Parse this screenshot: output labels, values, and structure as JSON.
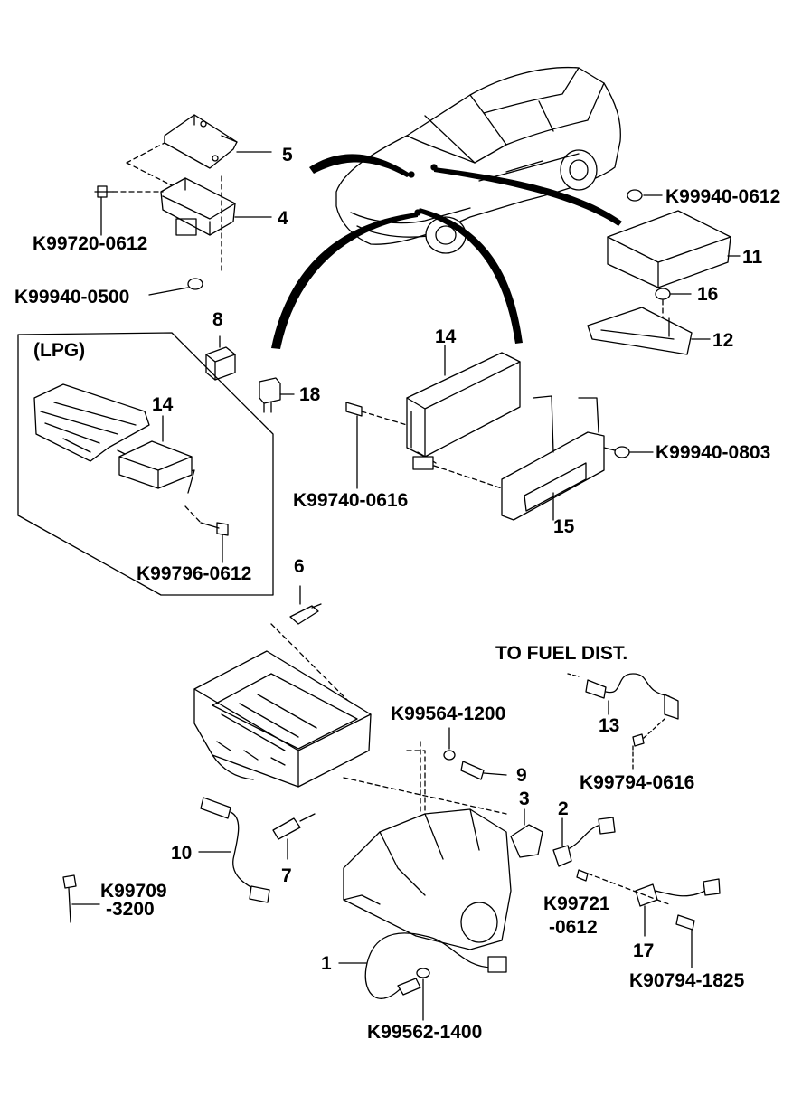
{
  "diagram": {
    "callouts": [
      {
        "id": "c5",
        "text": "5"
      },
      {
        "id": "c4",
        "text": "4"
      },
      {
        "id": "k99720_0612",
        "text": "K99720-0612"
      },
      {
        "id": "k99940_0500",
        "text": "K99940-0500"
      },
      {
        "id": "c8",
        "text": "8"
      },
      {
        "id": "c18",
        "text": "18"
      },
      {
        "id": "lpg",
        "text": "(LPG)"
      },
      {
        "id": "c14a",
        "text": "14"
      },
      {
        "id": "k99796_0612",
        "text": "K99796-0612"
      },
      {
        "id": "c14b",
        "text": "14"
      },
      {
        "id": "k99740_0616",
        "text": "K99740-0616"
      },
      {
        "id": "c15",
        "text": "15"
      },
      {
        "id": "k99940_0803",
        "text": "K99940-0803"
      },
      {
        "id": "k99940_0612",
        "text": "K99940-0612"
      },
      {
        "id": "c11",
        "text": "11"
      },
      {
        "id": "c16",
        "text": "16"
      },
      {
        "id": "c12",
        "text": "12"
      },
      {
        "id": "c6",
        "text": "6"
      },
      {
        "id": "fuel",
        "text": "TO FUEL DIST."
      },
      {
        "id": "c13",
        "text": "13"
      },
      {
        "id": "k99794_0616",
        "text": "K99794-0616"
      },
      {
        "id": "k99564_1200",
        "text": "K99564-1200"
      },
      {
        "id": "c9",
        "text": "9"
      },
      {
        "id": "c3",
        "text": "3"
      },
      {
        "id": "c2",
        "text": "2"
      },
      {
        "id": "k99721a",
        "text": "K99721"
      },
      {
        "id": "k99721b",
        "text": "-0612"
      },
      {
        "id": "c10",
        "text": "10"
      },
      {
        "id": "c7",
        "text": "7"
      },
      {
        "id": "k99709a",
        "text": "K99709"
      },
      {
        "id": "k99709b",
        "text": "-3200"
      },
      {
        "id": "c17",
        "text": "17"
      },
      {
        "id": "k90794_1825",
        "text": "K90794-1825"
      },
      {
        "id": "c1",
        "text": "1"
      },
      {
        "id": "k99562_1400",
        "text": "K99562-1400"
      }
    ]
  }
}
